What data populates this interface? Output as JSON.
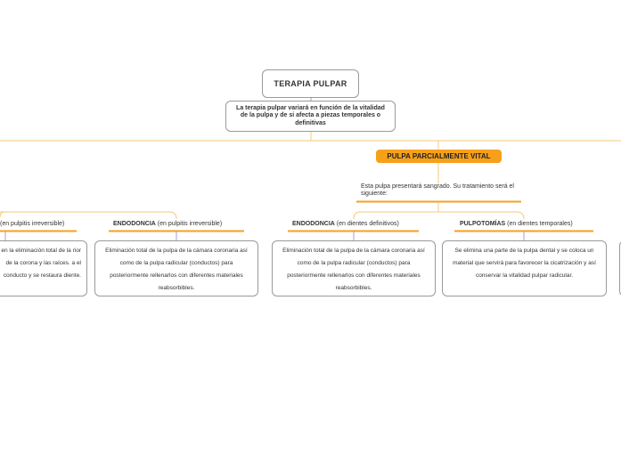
{
  "root": {
    "title": "TERAPIA PULPAR"
  },
  "intro": {
    "text": "La terapia pulpar variará en función de la vitalidad de la pulpa y de si afecta a piezas temporales o definitivas"
  },
  "branch": {
    "title": "PULPA PARCIALMENTE VITAL",
    "note": "Esta pulpa presentará sangrado. Su tratamiento será el siguiente:"
  },
  "treatments": [
    {
      "name": "",
      "detail": "(en pulpitis irreversible)",
      "text": "en la eliminación total de la rior de la corona y las raíces. a el conducto y se restaura diente."
    },
    {
      "name": "ENDODONCIA",
      "detail": "(en pulpitis irreversible)",
      "text": "Eliminación total de la pulpa de la cámara coronaria así como de la pulpa radicular (conductos) para posteriormente rellenarlos con diferentes materiales reabsorbibles."
    },
    {
      "name": "ENDODONCIA",
      "detail": "(en dientes definitivos)",
      "text": "Eliminación total de la pulpa de la cámara coronaria así como de la pulpa radicular (conductos) para posteriormente rellenarlos con diferentes materiales reabsorbibles."
    },
    {
      "name": "PULPOTOMÍAS",
      "detail": "(en dientes temporales)",
      "text": "Se elimina una parte de la pulpa dental y se coloca un material que servirá para favorecer la cicatrización y así conservar la vitalidad pulpar radicular."
    }
  ],
  "colors": {
    "accent": "#f7a01b",
    "connector": "#f5c87a",
    "link_blue": "#9aa6d8"
  }
}
